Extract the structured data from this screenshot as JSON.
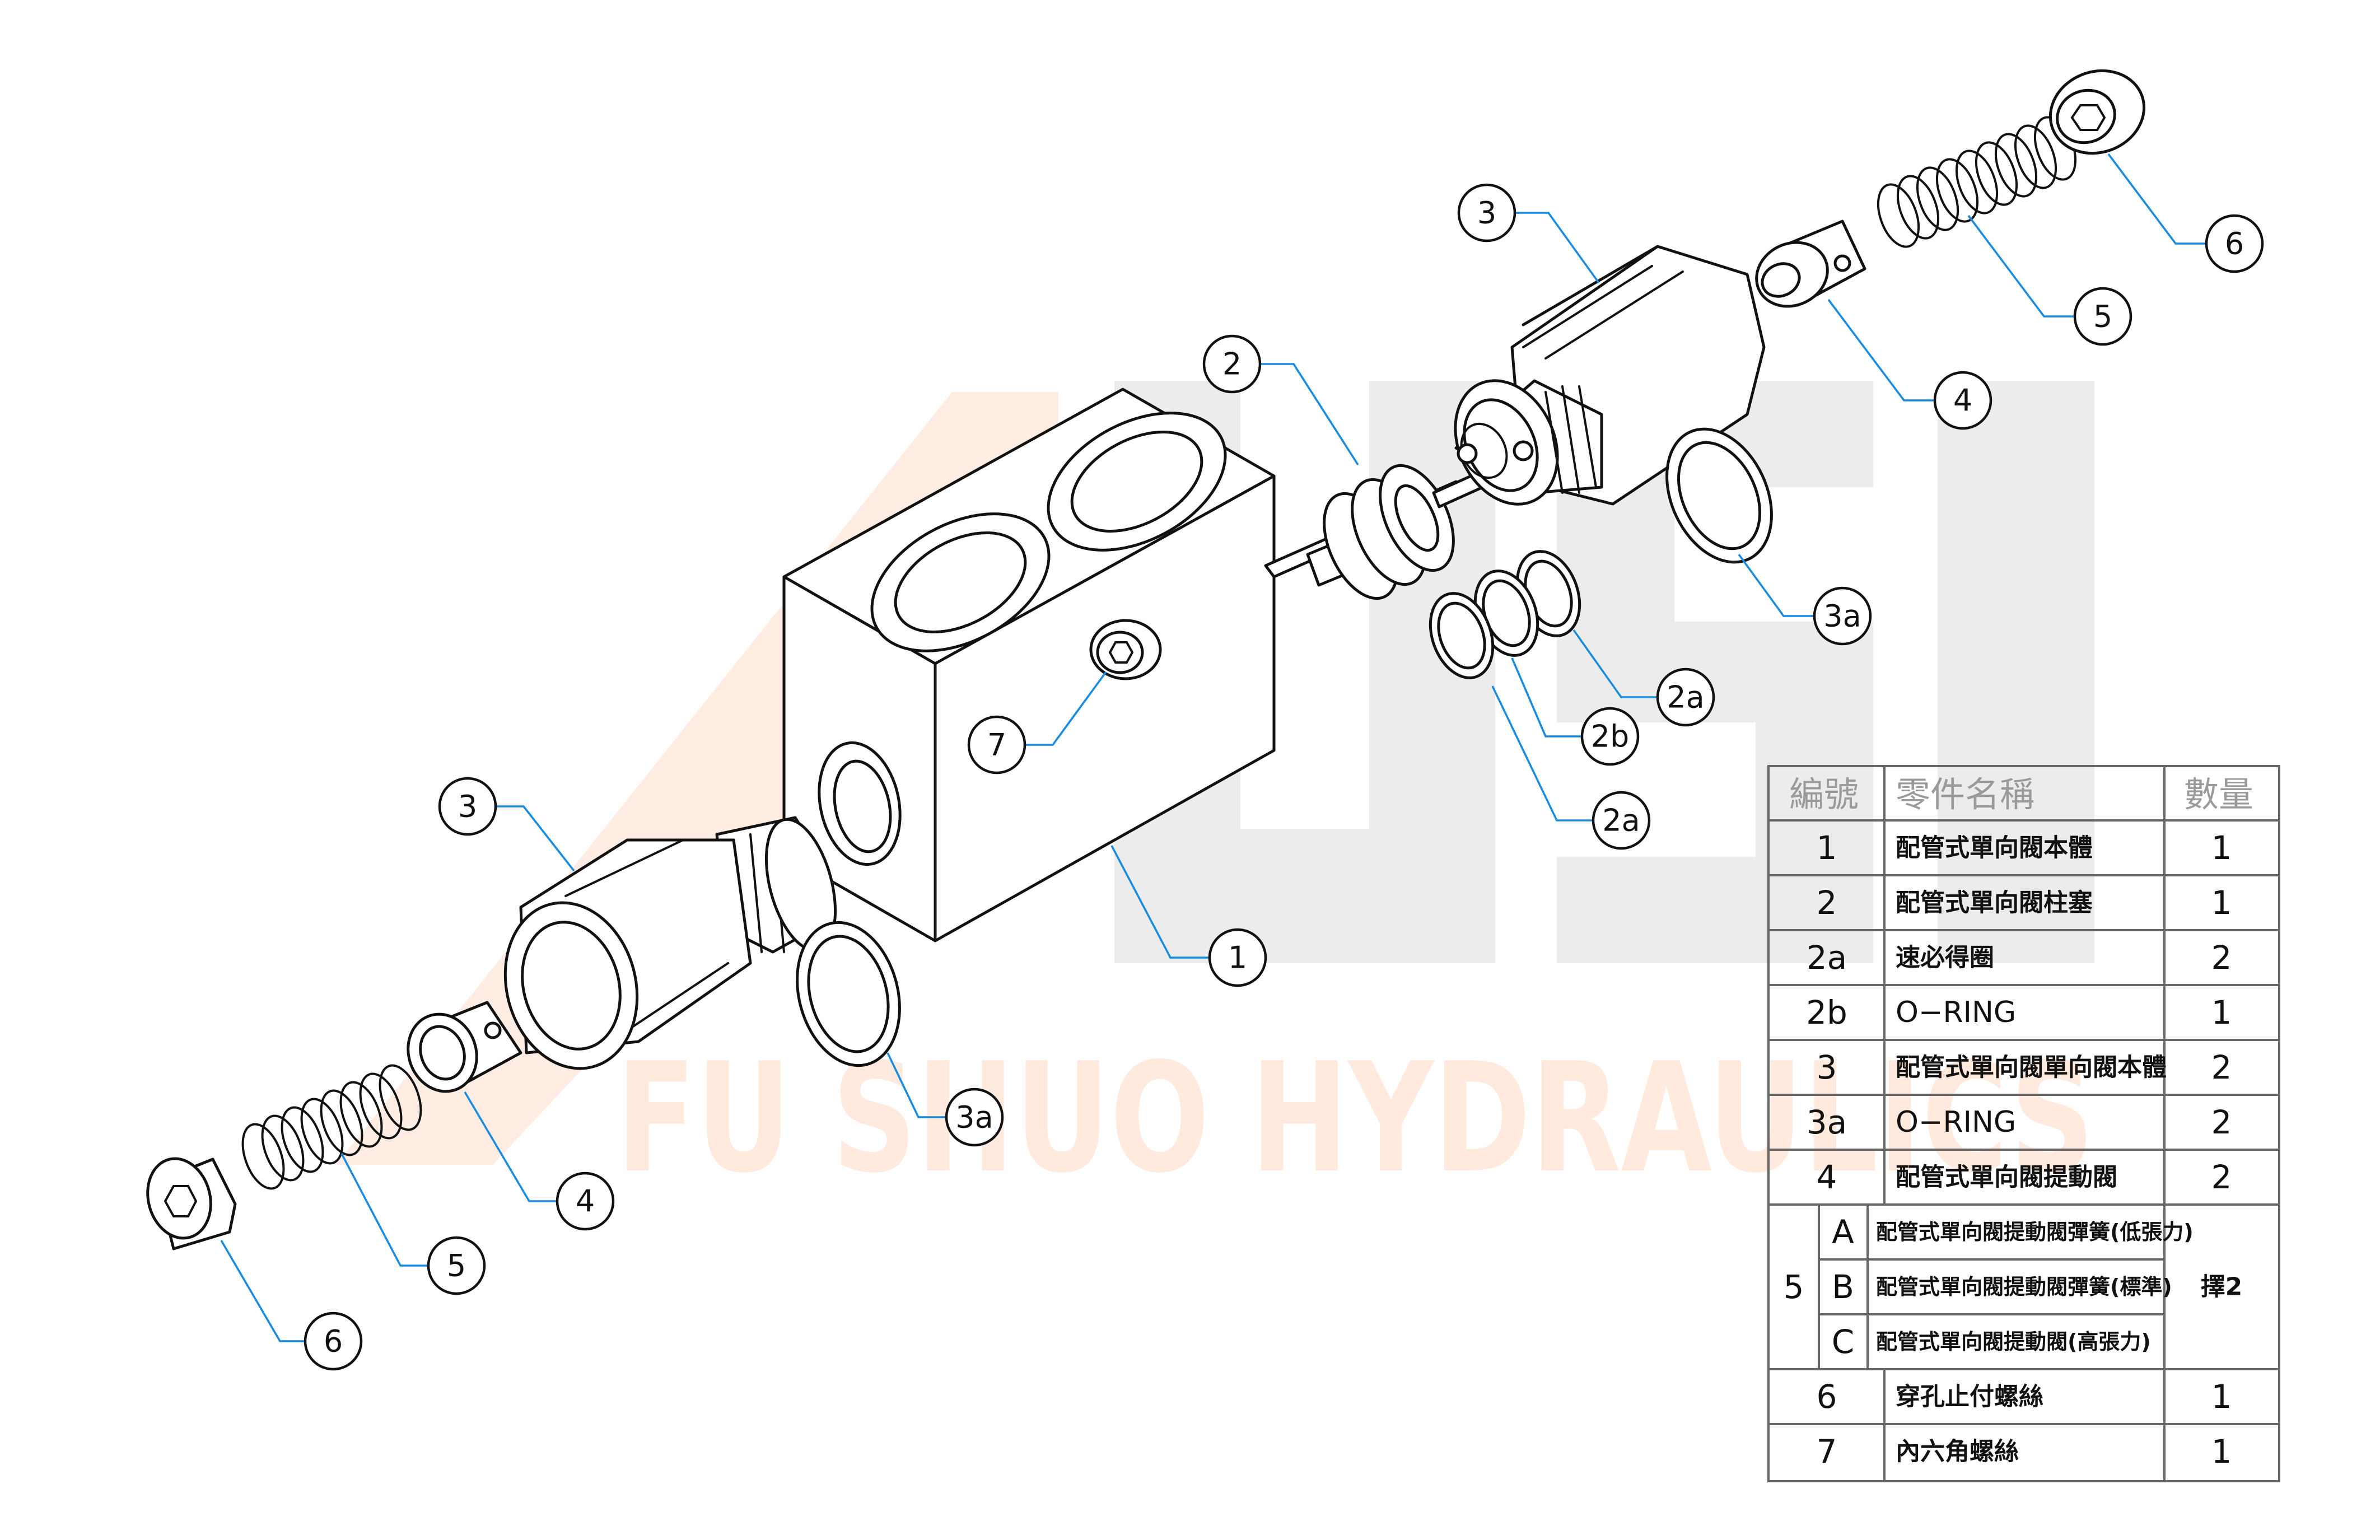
{
  "watermark": {
    "brand_text": "FU SHUO HYDRAULICS",
    "brand_color": "#ffe4d2",
    "logo_gray": "#ececec"
  },
  "colors": {
    "leader": "#1a8ce0",
    "line": "#111111",
    "table_border": "#666666",
    "header_text": "#9a9a9a"
  },
  "callouts": [
    {
      "id": "c1",
      "label": "1"
    },
    {
      "id": "c2",
      "label": "2"
    },
    {
      "id": "c2a_t",
      "label": "2a"
    },
    {
      "id": "c2b",
      "label": "2b"
    },
    {
      "id": "c2a_b",
      "label": "2a"
    },
    {
      "id": "c3_r",
      "label": "3"
    },
    {
      "id": "c3a_r",
      "label": "3a"
    },
    {
      "id": "c4_r",
      "label": "4"
    },
    {
      "id": "c5_r",
      "label": "5"
    },
    {
      "id": "c6_r",
      "label": "6"
    },
    {
      "id": "c7",
      "label": "7"
    },
    {
      "id": "c3_l",
      "label": "3"
    },
    {
      "id": "c3a_l",
      "label": "3a"
    },
    {
      "id": "c4_l",
      "label": "4"
    },
    {
      "id": "c5_l",
      "label": "5"
    },
    {
      "id": "c6_l",
      "label": "6"
    }
  ],
  "bom": {
    "headers": {
      "number": "編號",
      "name": "零件名稱",
      "qty": "數量"
    },
    "rows": [
      {
        "no": "1",
        "name": "配管式單向閥本體",
        "qty": "1"
      },
      {
        "no": "2",
        "name": "配管式單向閥柱塞",
        "qty": "1"
      },
      {
        "no": "2a",
        "name": "速必得圈",
        "qty": "2"
      },
      {
        "no": "2b",
        "name": "O−RING",
        "qty": "1"
      },
      {
        "no": "3",
        "name": "配管式單向閥單向閥本體",
        "qty": "2"
      },
      {
        "no": "3a",
        "name": "O−RING",
        "qty": "2"
      },
      {
        "no": "4",
        "name": "配管式單向閥提動閥",
        "qty": "2"
      }
    ],
    "group": {
      "no": "5",
      "qty": "擇2",
      "options": [
        {
          "sub": "A",
          "name": "配管式單向閥提動閥彈簧(低張力)"
        },
        {
          "sub": "B",
          "name": "配管式單向閥提動閥彈簧(標準)"
        },
        {
          "sub": "C",
          "name": "配管式單向閥提動閥(高張力)"
        }
      ]
    },
    "tail_rows": [
      {
        "no": "6",
        "name": "穿孔止付螺絲",
        "qty": "1"
      },
      {
        "no": "7",
        "name": "內六角螺絲",
        "qty": "1"
      }
    ]
  }
}
